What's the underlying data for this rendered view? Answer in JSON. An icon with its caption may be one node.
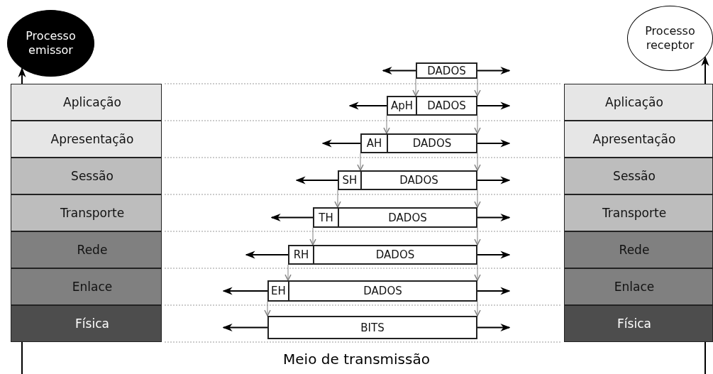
{
  "diagram": {
    "nodes": [
      {
        "text": [
          "Processo emissor"
        ]
      },
      {
        "text": [
          "Processo receptor"
        ]
      },
      {
        "text": [
          "Aplicação"
        ]
      },
      {
        "text": [
          "Apresentação"
        ]
      },
      {
        "text": [
          "Sessão"
        ]
      },
      {
        "text": [
          "Transporte"
        ]
      },
      {
        "text": [
          "Rede"
        ]
      },
      {
        "text": [
          "Enlace"
        ]
      },
      {
        "text": [
          "Física"
        ]
      },
      {
        "text": [
          "Aplicação"
        ]
      },
      {
        "text": [
          "Apresentação"
        ]
      },
      {
        "text": [
          "Sessão"
        ]
      },
      {
        "text": [
          "Transporte"
        ]
      },
      {
        "text": [
          "Rede"
        ]
      },
      {
        "text": [
          "Enlace"
        ]
      },
      {
        "text": [
          "Física"
        ]
      },
      {
        "text": [
          "DADOS"
        ]
      },
      {
        "text": [
          "ApH",
          "DADOS"
        ]
      },
      {
        "text": [
          "AH",
          "DADOS"
        ]
      },
      {
        "text": [
          "SH",
          "DADOS"
        ]
      },
      {
        "text": [
          "TH",
          "DADOS"
        ]
      },
      {
        "text": [
          "RH",
          "DADOS"
        ]
      },
      {
        "text": [
          "EH",
          "DADOS"
        ]
      },
      {
        "text": [
          "BITS"
        ]
      }
    ],
    "edges": [
      {
        "from": null,
        "to": 0,
        "arrow": "to"
      },
      {
        "from": null,
        "to": 1,
        "arrow": "to"
      },
      {
        "from": 16,
        "to": null,
        "arrow": "to"
      },
      {
        "from": 16,
        "to": null,
        "arrow": "to"
      },
      {
        "from": 17,
        "to": null,
        "arrow": "to"
      },
      {
        "from": 17,
        "to": null,
        "arrow": "to"
      },
      {
        "from": 18,
        "to": null,
        "arrow": "to"
      },
      {
        "from": 18,
        "to": null,
        "arrow": "to"
      },
      {
        "from": 19,
        "to": null,
        "arrow": "to"
      },
      {
        "from": 19,
        "to": null,
        "arrow": "to"
      },
      {
        "from": 20,
        "to": null,
        "arrow": "to"
      },
      {
        "from": 20,
        "to": null,
        "arrow": "to"
      },
      {
        "from": 21,
        "to": null,
        "arrow": "to"
      },
      {
        "from": 21,
        "to": null,
        "arrow": "to"
      },
      {
        "from": 22,
        "to": null,
        "arrow": "to"
      },
      {
        "from": 22,
        "to": null,
        "arrow": "to"
      },
      {
        "from": 23,
        "to": null,
        "arrow": "to"
      },
      {
        "from": 23,
        "to": null,
        "arrow": "to"
      },
      {
        "from": 16,
        "to": 17,
        "arrow": "to",
        "color": "#808080"
      },
      {
        "from": 16,
        "to": 17,
        "arrow": "to",
        "color": "#808080"
      },
      {
        "from": 17,
        "to": 18,
        "arrow": "to",
        "color": "#808080"
      },
      {
        "from": 17,
        "to": 18,
        "arrow": "to",
        "color": "#808080"
      },
      {
        "from": 18,
        "to": 19,
        "arrow": "to",
        "color": "#808080"
      },
      {
        "from": 18,
        "to": 19,
        "arrow": "to",
        "color": "#808080"
      },
      {
        "from": 19,
        "to": 20,
        "arrow": "to",
        "color": "#808080"
      },
      {
        "from": 19,
        "to": 20,
        "arrow": "to",
        "color": "#808080"
      },
      {
        "from": 20,
        "to": 21,
        "arrow": "to",
        "color": "#808080"
      },
      {
        "from": 20,
        "to": 21,
        "arrow": "to",
        "color": "#808080"
      },
      {
        "from": 21,
        "to": 22,
        "arrow": "to",
        "color": "#808080"
      },
      {
        "from": 21,
        "to": 22,
        "arrow": "to",
        "color": "#808080"
      },
      {
        "from": 22,
        "to": 23,
        "arrow": "to",
        "color": "#808080"
      },
      {
        "from": 22,
        "to": 23,
        "arrow": "to",
        "color": "#808080"
      }
    ],
    "labels": [
      "Meio de transmissão"
    ]
  }
}
